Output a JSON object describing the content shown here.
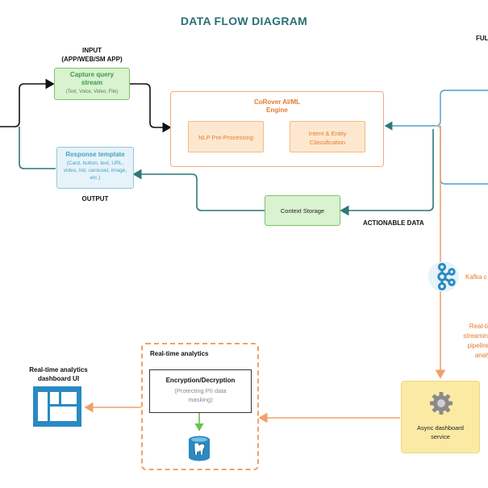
{
  "title": "DATA FLOW DIAGRAM",
  "top_right_cut": "FUL",
  "input_label": "INPUT\n(APP/WEB/SM APP)",
  "capture": {
    "title": "Capture query stream",
    "subtitle": "(Text, Voice, Video, File)"
  },
  "response": {
    "title": "Response template",
    "subtitle": "(Card, button, text, URL, video, list, carousel, image, etc.)"
  },
  "output_label": "OUTPUT",
  "engine": {
    "title": "CoRover AI/ML Engine",
    "nlp": "NLP Pre-Processing",
    "intent": "Intent & Entity Classification"
  },
  "context_storage": "Context Storage",
  "actionable_label": "ACTIONABLE DATA",
  "kafka_label": "Kafka c",
  "realtime_right": "Real-time\nstreaming d\npipeline fo\nanalytic",
  "async": "Async dashboard service",
  "analytics": {
    "title": "Real-time analytics",
    "enc_title": "Encryption/Decryption",
    "enc_sub": "(Protecting PII data masking)"
  },
  "dashboard_label": "Real-time analytics dashboard UI",
  "colors": {
    "teal_title": "#2a6f75",
    "teal_line": "#2f7777",
    "orange": "#f0a06b",
    "green_fill": "#d9f2cf",
    "blue_fill": "#e6f3f9",
    "yellow_fill": "#fbeaa3",
    "dashboard_blue": "#2a8ac2"
  },
  "icons": {
    "kafka": "kafka-icon",
    "gear": "gear-icon",
    "db": "postgres-icon",
    "dashboard": "dashboard-icon"
  }
}
